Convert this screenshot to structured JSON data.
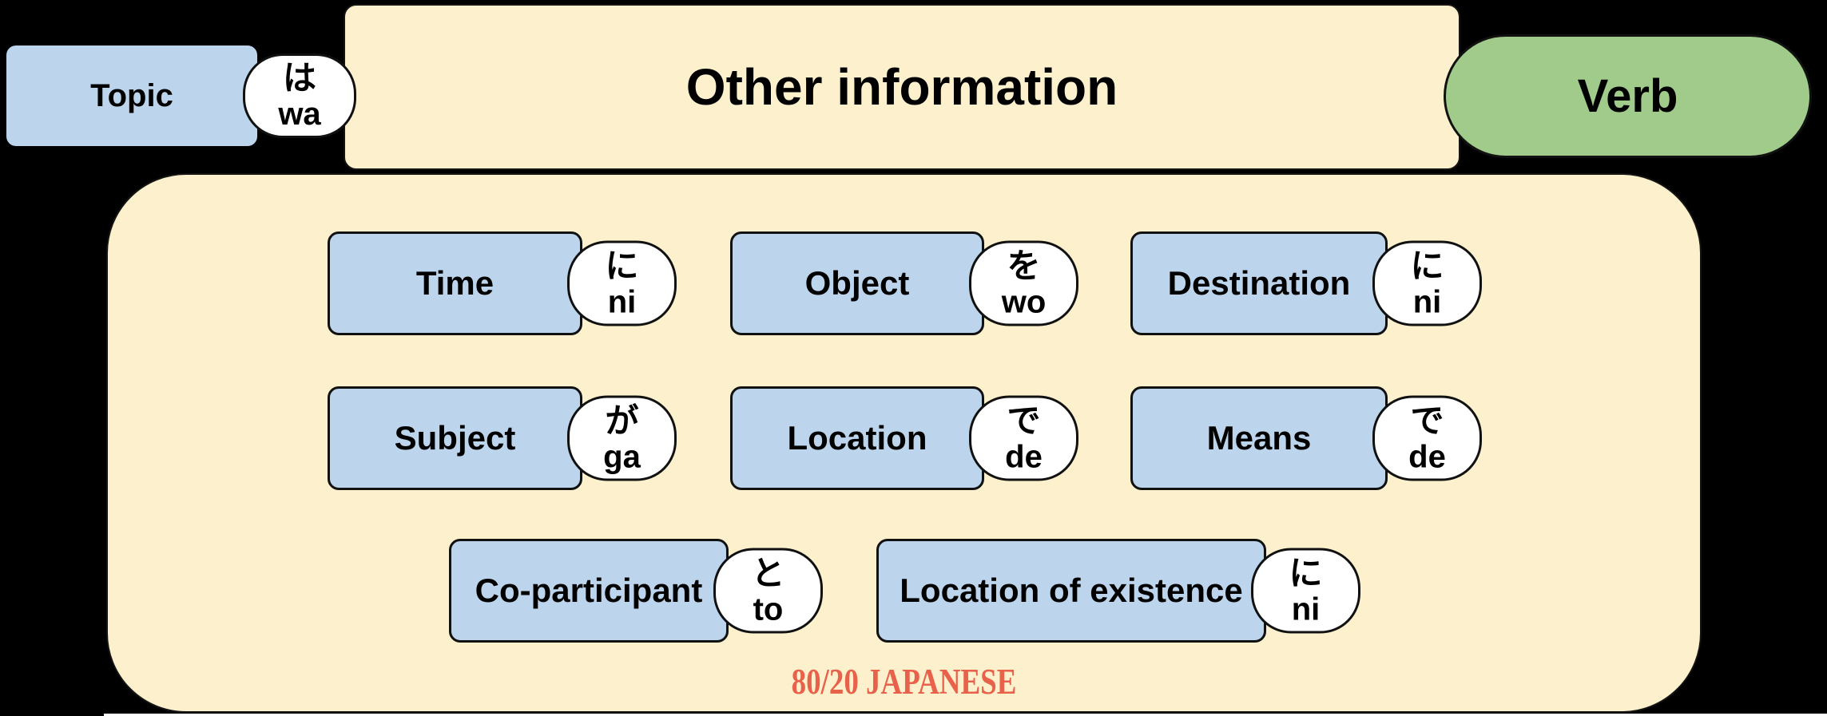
{
  "diagram": {
    "topic": {
      "label": "Topic",
      "particle_kana": "は",
      "particle_romaji": "wa"
    },
    "other_information": {
      "label": "Other information"
    },
    "verb": {
      "label": "Verb"
    },
    "grid_items": [
      {
        "label": "Time",
        "particle_kana": "に",
        "particle_romaji": "ni"
      },
      {
        "label": "Object",
        "particle_kana": "を",
        "particle_romaji": "wo"
      },
      {
        "label": "Destination",
        "particle_kana": "に",
        "particle_romaji": "ni"
      },
      {
        "label": "Subject",
        "particle_kana": "が",
        "particle_romaji": "ga"
      },
      {
        "label": "Location",
        "particle_kana": "で",
        "particle_romaji": "de"
      },
      {
        "label": "Means",
        "particle_kana": "で",
        "particle_romaji": "de"
      },
      {
        "label": "Co-participant",
        "particle_kana": "と",
        "particle_romaji": "to"
      },
      {
        "label": "Location of existence",
        "particle_kana": "に",
        "particle_romaji": "ni"
      }
    ],
    "brand": "80/20 JAPANESE"
  },
  "colors": {
    "background": "#000000",
    "box_blue": "#bcd5ec",
    "panel_cream": "#fdf1cd",
    "verb_green": "#a0cb8a",
    "bubble_white": "#ffffff",
    "outline_black": "#111111",
    "brand_red": "#e8614b"
  }
}
